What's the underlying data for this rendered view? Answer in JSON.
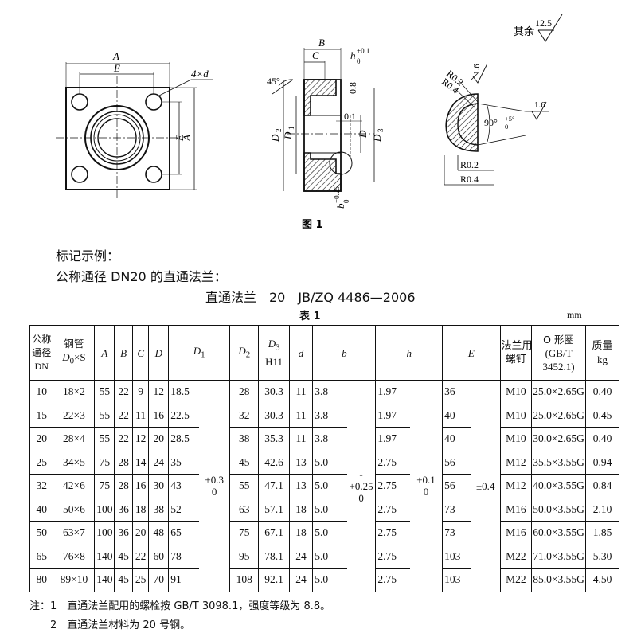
{
  "roughness": {
    "label": "其余",
    "value": "12.5"
  },
  "figure": {
    "caption": "图 1",
    "labels": {
      "A": "A",
      "E": "E",
      "holes": "4×d",
      "B": "B",
      "C": "C",
      "h_tol": "h",
      "h_tol_sup": "+0.1",
      "h_tol_sub": "0",
      "angle45": "45°",
      "dim08": "0.8",
      "dim01": "0.1",
      "D2": "D",
      "D2_sub": "2",
      "D1": "D",
      "D1_sub": "1",
      "D": "D",
      "D3": "D",
      "D3_sub": "3",
      "b_tol": "b",
      "b_tol_sup": "+0.25",
      "b_tol_sub": "0",
      "R02a": "R0.2",
      "R04a": "R0.4",
      "ra16a": "1.6",
      "angle90": "90°",
      "angle90_sup": "+5°",
      "angle90_sub": "0",
      "ra16b": "1.6",
      "R02b": "R0.2",
      "R04b": "R0.4"
    }
  },
  "marking": {
    "heading": "标记示例：",
    "description": "公称通径 DN20 的直通法兰：",
    "designation": "直通法兰　20　JB/ZQ 4486—2006"
  },
  "table": {
    "title": "表 1",
    "unit": "mm",
    "headers": {
      "dn": [
        "公称",
        "通径",
        "DN"
      ],
      "pipe": [
        "钢管",
        "D",
        "0",
        "×S"
      ],
      "A": "A",
      "B": "B",
      "C": "C",
      "D": "D",
      "D1": [
        "D",
        "1"
      ],
      "D2": [
        "D",
        "2"
      ],
      "D3": [
        "D",
        "3",
        "H11"
      ],
      "d": "d",
      "b": "b",
      "h": "h",
      "E": "E",
      "bolt": [
        "法兰用",
        "螺钉"
      ],
      "oring": [
        "O 形圈",
        "(GB/T",
        "3452.1)"
      ],
      "mass": [
        "质量",
        "kg"
      ]
    },
    "tolerances": {
      "D1": [
        "+0.3",
        "0"
      ],
      "b": [
        "+0.25",
        "0"
      ],
      "h": [
        "+0.1",
        "0"
      ],
      "E": "±0.4",
      "dash": "-"
    },
    "rows": [
      {
        "dn": "10",
        "pipe": "18×2",
        "A": "55",
        "B": "22",
        "C": "9",
        "D": "12",
        "D1": "18.5",
        "D2": "28",
        "D3": "30.3",
        "d": "11",
        "b": "3.8",
        "h": "1.97",
        "E": "36",
        "bolt": "M10",
        "oring": "25.0×2.65G",
        "mass": "0.40"
      },
      {
        "dn": "15",
        "pipe": "22×3",
        "A": "55",
        "B": "22",
        "C": "11",
        "D": "16",
        "D1": "22.5",
        "D2": "32",
        "D3": "30.3",
        "d": "11",
        "b": "3.8",
        "h": "1.97",
        "E": "40",
        "bolt": "M10",
        "oring": "25.0×2.65G",
        "mass": "0.45"
      },
      {
        "dn": "20",
        "pipe": "28×4",
        "A": "55",
        "B": "22",
        "C": "12",
        "D": "20",
        "D1": "28.5",
        "D2": "38",
        "D3": "35.3",
        "d": "11",
        "b": "3.8",
        "h": "1.97",
        "E": "40",
        "bolt": "M10",
        "oring": "30.0×2.65G",
        "mass": "0.40"
      },
      {
        "dn": "25",
        "pipe": "34×5",
        "A": "75",
        "B": "28",
        "C": "14",
        "D": "24",
        "D1": "35",
        "D2": "45",
        "D3": "42.6",
        "d": "13",
        "b": "5.0",
        "h": "2.75",
        "E": "56",
        "bolt": "M12",
        "oring": "35.5×3.55G",
        "mass": "0.94"
      },
      {
        "dn": "32",
        "pipe": "42×6",
        "A": "75",
        "B": "28",
        "C": "16",
        "D": "30",
        "D1": "43",
        "D2": "55",
        "D3": "47.1",
        "d": "13",
        "b": "5.0",
        "h": "2.75",
        "E": "56",
        "bolt": "M12",
        "oring": "40.0×3.55G",
        "mass": "0.84"
      },
      {
        "dn": "40",
        "pipe": "50×6",
        "A": "100",
        "B": "36",
        "C": "18",
        "D": "38",
        "D1": "52",
        "D2": "63",
        "D3": "57.1",
        "d": "18",
        "b": "5.0",
        "h": "2.75",
        "E": "73",
        "bolt": "M16",
        "oring": "50.0×3.55G",
        "mass": "2.10"
      },
      {
        "dn": "50",
        "pipe": "63×7",
        "A": "100",
        "B": "36",
        "C": "20",
        "D": "48",
        "D1": "65",
        "D2": "75",
        "D3": "67.1",
        "d": "18",
        "b": "5.0",
        "h": "2.75",
        "E": "73",
        "bolt": "M16",
        "oring": "60.0×3.55G",
        "mass": "1.85"
      },
      {
        "dn": "65",
        "pipe": "76×8",
        "A": "140",
        "B": "45",
        "C": "22",
        "D": "60",
        "D1": "78",
        "D2": "95",
        "D3": "78.1",
        "d": "24",
        "b": "5.0",
        "h": "2.75",
        "E": "103",
        "bolt": "M22",
        "oring": "71.0×3.55G",
        "mass": "5.30"
      },
      {
        "dn": "80",
        "pipe": "89×10",
        "A": "140",
        "B": "45",
        "C": "25",
        "D": "70",
        "D1": "91",
        "D2": "108",
        "D3": "92.1",
        "d": "24",
        "b": "5.0",
        "h": "2.75",
        "E": "103",
        "bolt": "M22",
        "oring": "85.0×3.55G",
        "mass": "4.50"
      }
    ]
  },
  "notes": [
    "注：1　直通法兰配用的螺栓按 GB/T 3098.1，强度等级为 8.8。",
    "　　2　直通法兰材料为 20 号钢。"
  ]
}
